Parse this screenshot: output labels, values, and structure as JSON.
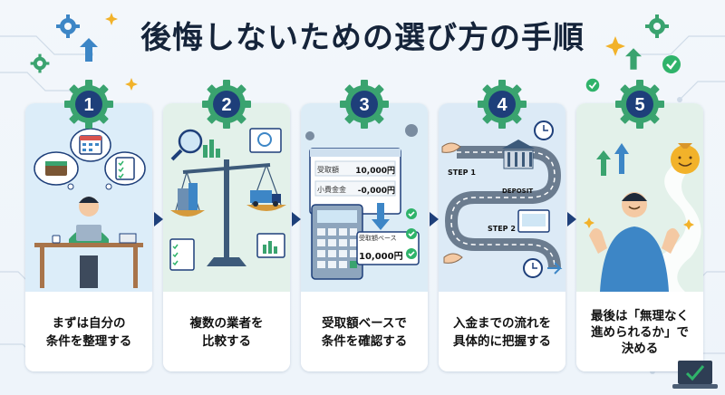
{
  "title": "後悔しないための選び方の手順",
  "colors": {
    "navy": "#1e3f7a",
    "gear_green": "#3aa36f",
    "panel1": "#dcedf9",
    "panel2": "#e3f1ea",
    "panel3": "#dcecf6",
    "panel4": "#dceaf6",
    "panel5": "#e3f1ea",
    "check": "#2fb36a"
  },
  "steps": [
    {
      "number": "1",
      "caption_line1": "まずは自分の",
      "caption_line2": "条件を整理する",
      "caption_line3": ""
    },
    {
      "number": "2",
      "caption_line1": "複数の業者を",
      "caption_line2": "比較する",
      "caption_line3": ""
    },
    {
      "number": "3",
      "caption_line1": "受取額ベースで",
      "caption_line2": "条件を確認する",
      "caption_line3": ""
    },
    {
      "number": "4",
      "caption_line1": "入金までの流れを",
      "caption_line2": "具体的に把握する",
      "caption_line3": ""
    },
    {
      "number": "5",
      "caption_line1": "最後は「無理なく",
      "caption_line2": "進められるか」で",
      "caption_line3": "決める"
    }
  ],
  "step3_card": {
    "received_label": "受取額",
    "received_value": "10,000円",
    "fee_label": "小費金金",
    "fee_value": "-0,000円",
    "base_label": "受取額ベース",
    "base_value": "10,000円"
  },
  "step4_labels": {
    "step1": "STEP 1",
    "deposit": "DEPOSIT",
    "step2": "STEP 2"
  }
}
